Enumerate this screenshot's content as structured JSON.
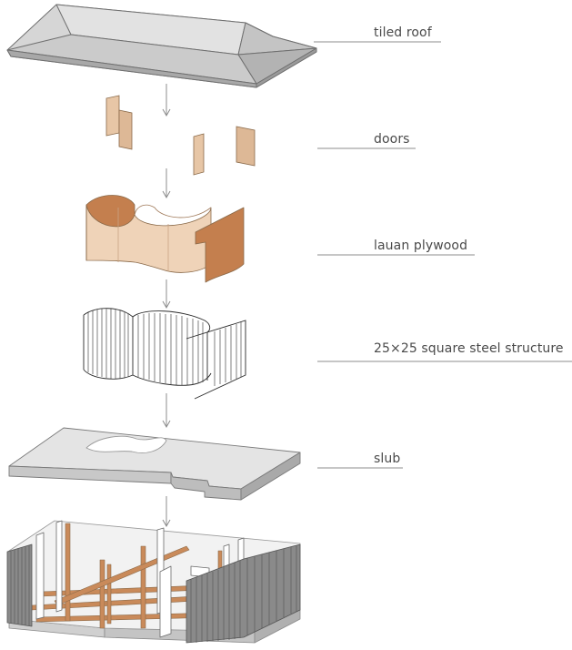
{
  "layers": [
    {
      "id": "roof",
      "label": "tiled roof"
    },
    {
      "id": "doors",
      "label": "doors"
    },
    {
      "id": "plywood",
      "label": "lauan plywood"
    },
    {
      "id": "steel",
      "label": "25×25 square steel structure"
    },
    {
      "id": "slab",
      "label": "slub"
    },
    {
      "id": "base",
      "label": ""
    }
  ],
  "colors": {
    "line": "#8c8c8c",
    "roof_top": "#cfcfcf",
    "roof_side": "#b4b4b4",
    "door_light": "#e7c6a6",
    "door_dark": "#c98a5a",
    "plywood_face": "#efd3b8",
    "plywood_back": "#c47f4e",
    "steel": "#2b2b2b",
    "slab_top": "#e4e4e4",
    "slab_side": "#c8c8c8",
    "base_wood": "#c98a5a",
    "base_gray": "#8a8a8a"
  }
}
